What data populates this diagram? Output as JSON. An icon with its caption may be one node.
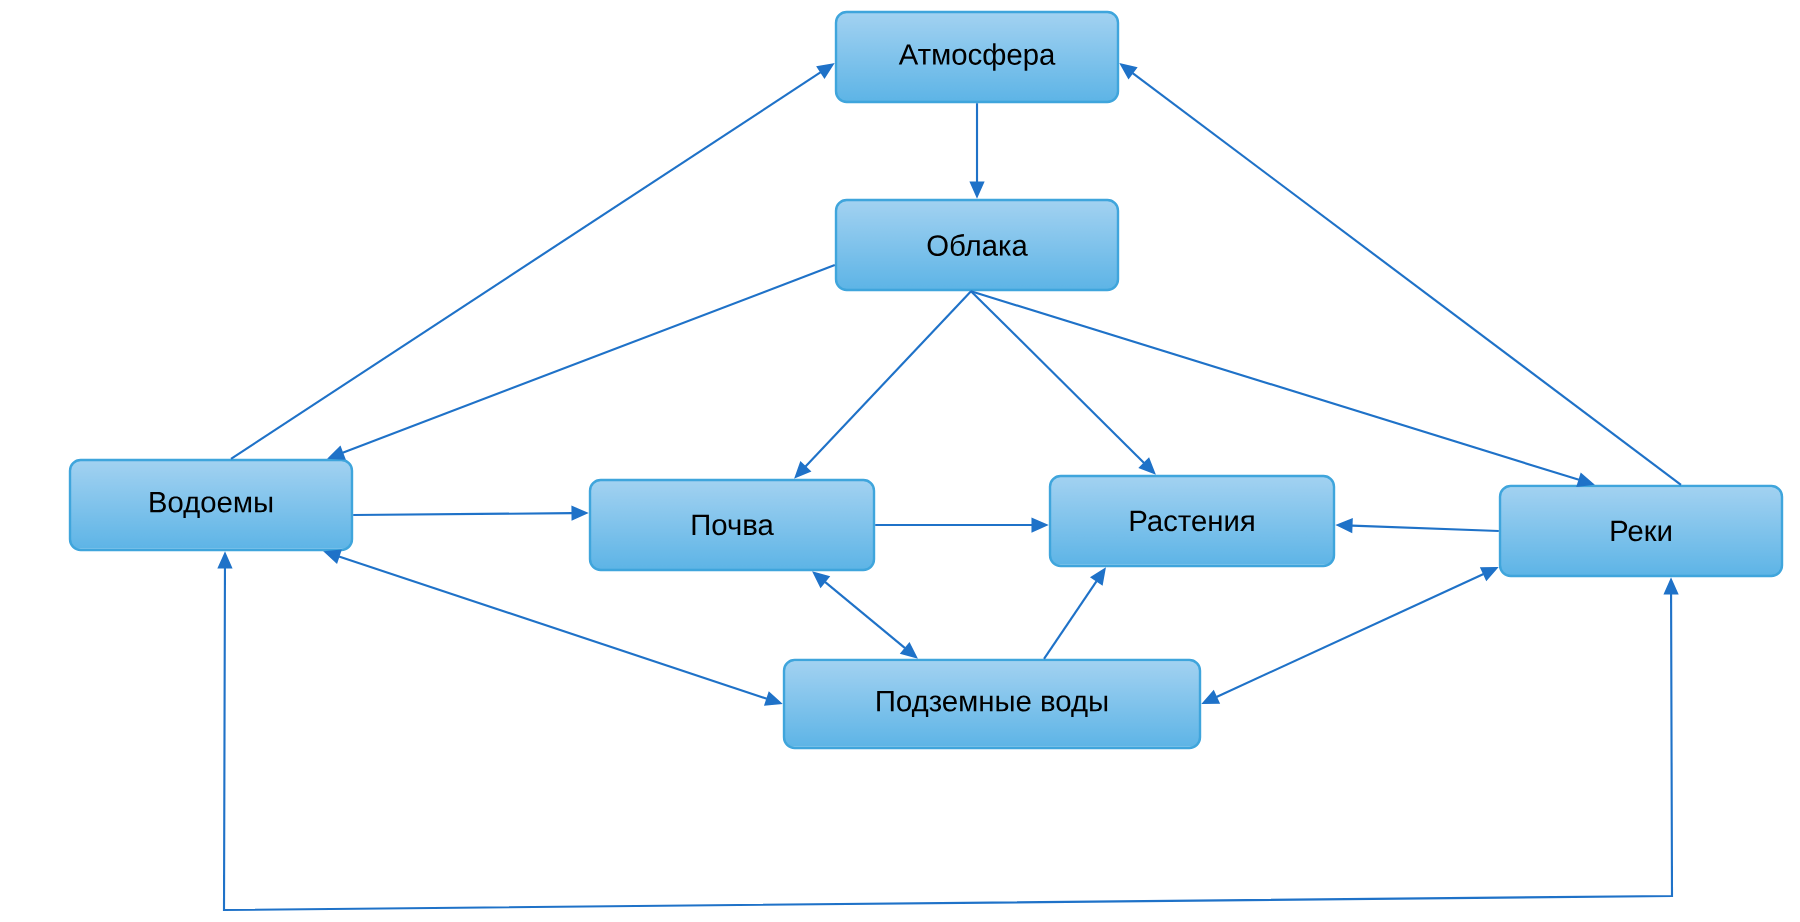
{
  "diagram": {
    "nodes": [
      {
        "text": [
          "Атмосфера"
        ]
      },
      {
        "text": [
          "Облака"
        ]
      },
      {
        "text": [
          "Водоемы"
        ]
      },
      {
        "text": [
          "Почва"
        ]
      },
      {
        "text": [
          "Растения"
        ]
      },
      {
        "text": [
          "Реки"
        ]
      },
      {
        "text": [
          "Подземные воды"
        ]
      }
    ],
    "edges": [
      {
        "from": 0,
        "to": 1,
        "arrow": "to"
      },
      {
        "from": 2,
        "to": 0,
        "arrow": "to"
      },
      {
        "from": 5,
        "to": 0,
        "arrow": "to"
      },
      {
        "from": 1,
        "to": 2,
        "arrow": "to"
      },
      {
        "from": 1,
        "to": 3,
        "arrow": "to"
      },
      {
        "from": 1,
        "to": 4,
        "arrow": "to"
      },
      {
        "from": 1,
        "to": 5,
        "arrow": "to"
      },
      {
        "from": 2,
        "to": 3,
        "arrow": "to"
      },
      {
        "from": 3,
        "to": 4,
        "arrow": "to"
      },
      {
        "from": 5,
        "to": 4,
        "arrow": "to"
      },
      {
        "from": 2,
        "to": 6,
        "arrow": "both"
      },
      {
        "from": 3,
        "to": 6,
        "arrow": "both"
      },
      {
        "from": 6,
        "to": 4,
        "arrow": "to"
      },
      {
        "from": 6,
        "to": 5,
        "arrow": "both"
      },
      {
        "from": 2,
        "to": 5,
        "arrow": "both"
      }
    ]
  }
}
